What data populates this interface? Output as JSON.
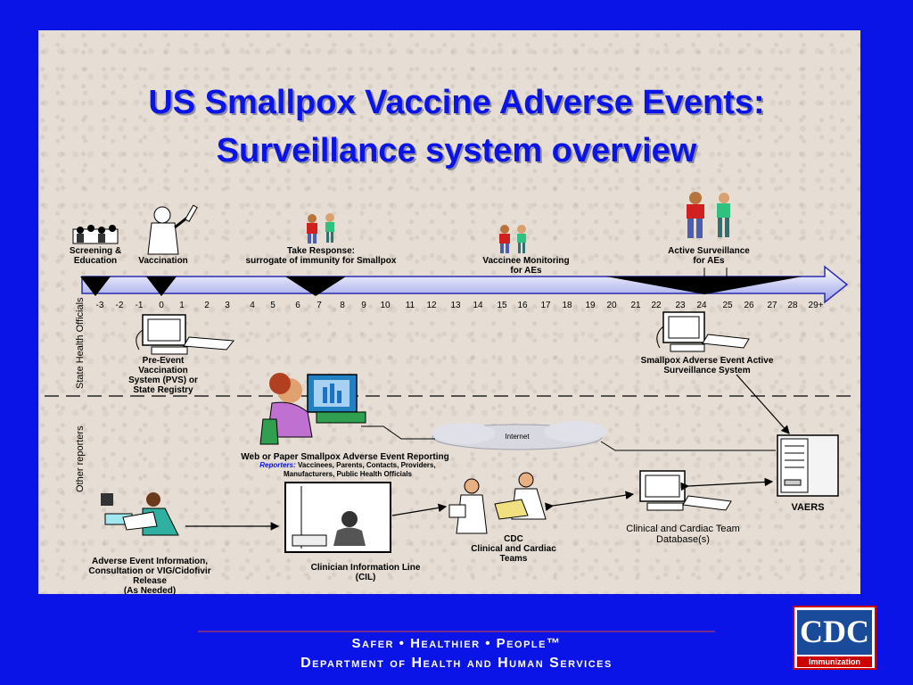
{
  "title": {
    "line1": "US Smallpox Vaccine Adverse Events:",
    "line2": "Surveillance system overview"
  },
  "timeline": {
    "ticks": [
      "-3",
      "-2",
      "-1",
      "0",
      "1",
      "2",
      "3",
      "4",
      "5",
      "6",
      "7",
      "8",
      "9",
      "10",
      "11",
      "12",
      "13",
      "14",
      "15",
      "16",
      "17",
      "18",
      "19",
      "20",
      "21",
      "22",
      "23",
      "24",
      "25",
      "26",
      "27",
      "28",
      "29+"
    ],
    "events": {
      "screening": "Screening &\nEducation",
      "vaccination": "Vaccination",
      "take_response": "Take Response:\nsurrogate of immunity for Smallpox",
      "vaccinee_monitoring": "Vaccinee Monitoring\nfor AEs",
      "active_surveillance": "Active Surveillance\nfor AEs"
    }
  },
  "sections": {
    "state_health": "State Health Officials",
    "other_reporters": "Other reporters"
  },
  "nodes": {
    "pvs": "Pre-Event\nVaccination\nSystem (PVS)  or\nState Registry",
    "active_system": "Smallpox Adverse Event Active\nSurveillance System",
    "internet": "Internet",
    "web_reporting_title": "Web or Paper Smallpox  Adverse Event Reporting",
    "reporters_label": "Reporters:",
    "reporters_list": "Vaccinees, Parents, Contacts, Providers,",
    "reporters_list2": "Manufacturers, Public Health Officials",
    "vaers": "VAERS",
    "clinical_db": "Clinical and Cardiac Team\nDatabase(s)",
    "cdc_teams": "CDC\nClinical and Cardiac\nTeams",
    "cil": "Clinician Information Line\n(CIL)",
    "ae_info": "Adverse Event Information,\nConsultation or VIG/Cidofivir\nRelease\n(As Needed)"
  },
  "footer": {
    "line1": "Safer  •  Healthier  •  People™",
    "line2": "Department of Health and Human Services"
  },
  "logo": {
    "text": "CDC",
    "badge": "Immunization"
  }
}
